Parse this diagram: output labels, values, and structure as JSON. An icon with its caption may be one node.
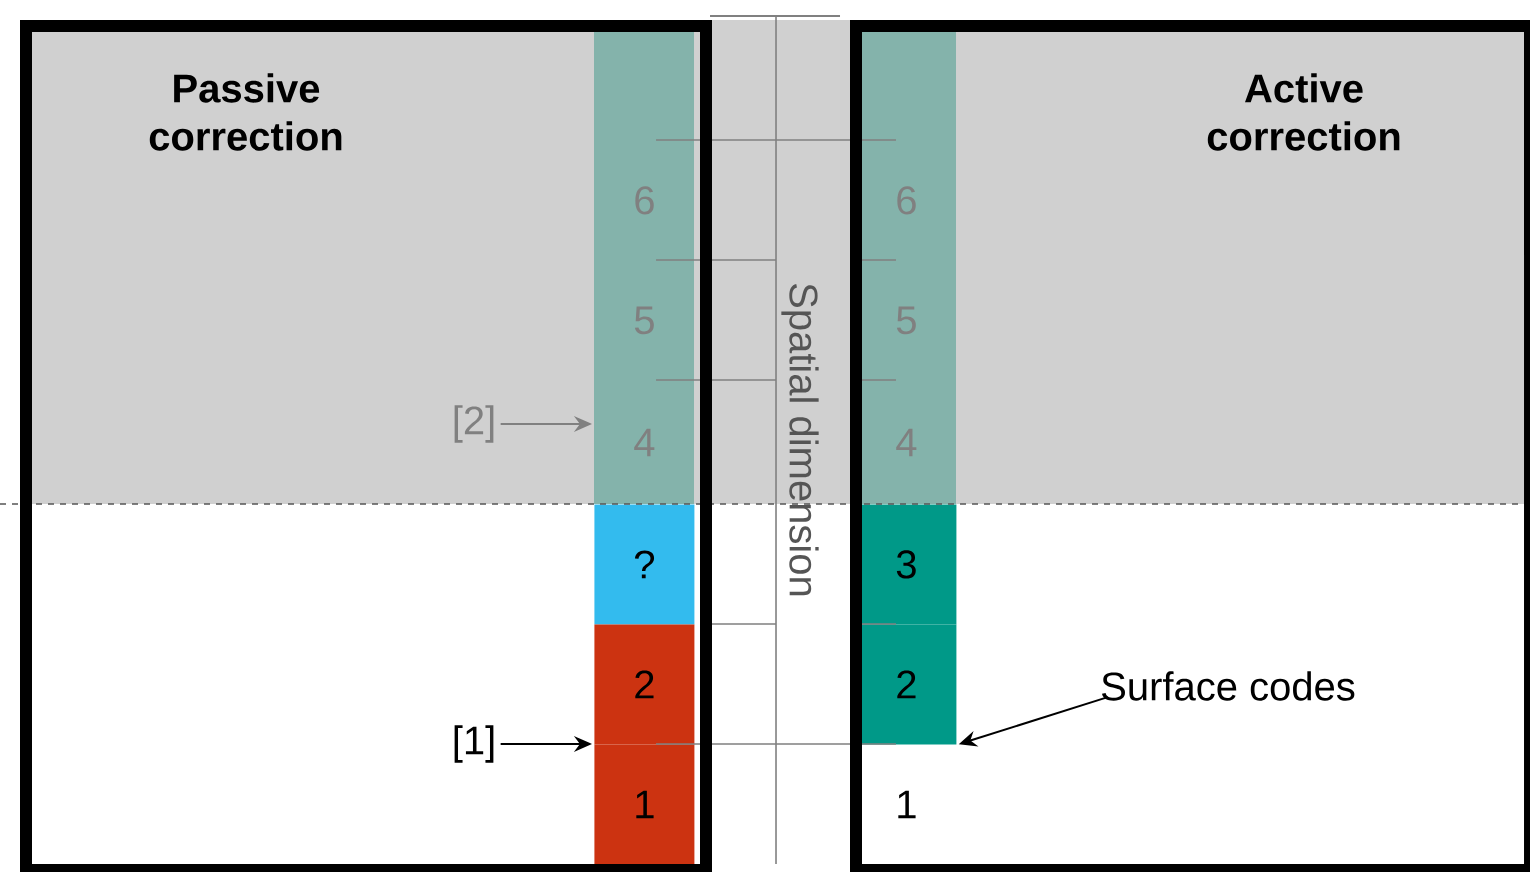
{
  "diagram": {
    "nodes": [
      {
        "text": [
          "Passive correction"
        ]
      },
      {
        "text": [
          "Active correction"
        ]
      },
      {
        "text": [
          "6"
        ],
        "in": 0
      },
      {
        "text": [
          "5"
        ],
        "in": 0
      },
      {
        "text": [
          "4"
        ],
        "in": 0
      },
      {
        "text": [
          "?"
        ],
        "in": 0
      },
      {
        "text": [
          "2"
        ],
        "in": 0
      },
      {
        "text": [
          "1"
        ],
        "in": 0
      },
      {
        "text": [
          "6"
        ],
        "in": 1
      },
      {
        "text": [
          "5"
        ],
        "in": 1
      },
      {
        "text": [
          "4"
        ],
        "in": 1
      },
      {
        "text": [
          "3"
        ],
        "in": 1
      },
      {
        "text": [
          "2"
        ],
        "in": 1
      },
      {
        "text": [
          "1"
        ],
        "in": 1
      },
      {
        "text": [
          "[2]"
        ],
        "in": 0
      },
      {
        "text": [
          "[1]"
        ],
        "in": 0
      },
      {
        "text": [
          "Surface codes"
        ],
        "in": 1
      }
    ],
    "edges": [
      {
        "from": 14,
        "to": 4,
        "arrow": "to",
        "color": "#808080"
      },
      {
        "from": 15,
        "to": 7,
        "arrow": "to"
      },
      {
        "from": 16,
        "to": 12,
        "arrow": "to"
      }
    ],
    "labels": [
      "Spatial dimension"
    ]
  }
}
